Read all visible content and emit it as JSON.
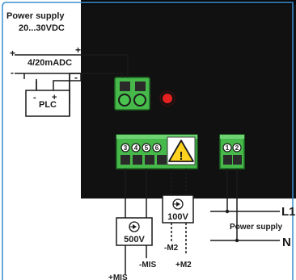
{
  "power_supply_top": {
    "title": "Power supply",
    "range": "20...30VDC"
  },
  "signal": {
    "label": "4/20mADC",
    "plus": "+",
    "minus": "-"
  },
  "plc": {
    "label": "PLC",
    "plus": "+",
    "minus": "-"
  },
  "loop_plus": "+",
  "loop_minus": "-",
  "terminals": {
    "main": [
      "3",
      "4",
      "5",
      "6"
    ],
    "power": [
      "1",
      "2"
    ]
  },
  "meter_500": {
    "value": "500V",
    "neg": "-MIS",
    "pos": "+MIS"
  },
  "meter_100": {
    "value": "100V",
    "neg": "-M2",
    "pos": "+M2"
  },
  "mains": {
    "l1": "L1",
    "n": "N",
    "caption": "Power supply"
  },
  "warning_symbol": "!",
  "colors": {
    "panel": "#111111",
    "terminal": "#46b94a",
    "led": "#e82020",
    "warning": "#ffd21f",
    "frame": "#3a8fcf"
  },
  "icons": [
    "warning-icon",
    "ammeter-icon",
    "led-indicator"
  ]
}
